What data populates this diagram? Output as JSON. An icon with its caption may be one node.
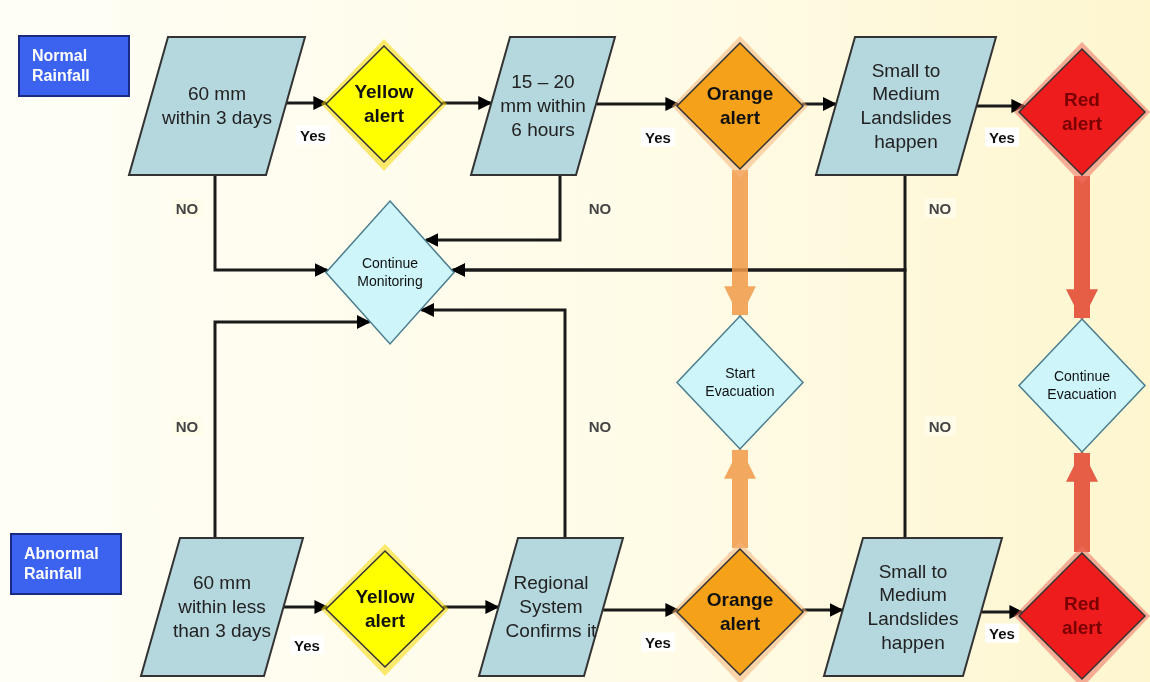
{
  "diagram": {
    "nodes": [
      {
        "text": [
          "Normal Rainfall"
        ]
      },
      {
        "text": [
          "60 mm within 3 days"
        ]
      },
      {
        "text": [
          "Yellow alert"
        ]
      },
      {
        "text": [
          "15 – 20 mm within 6 hours"
        ]
      },
      {
        "text": [
          "Orange alert"
        ]
      },
      {
        "text": [
          "Small to Medium Landslides happen"
        ]
      },
      {
        "text": [
          "Red alert"
        ]
      },
      {
        "text": [
          "Continue Monitoring"
        ]
      },
      {
        "text": [
          "Start Evacuation"
        ]
      },
      {
        "text": [
          "Continue Evacuation"
        ]
      },
      {
        "text": [
          "Abnormal Rainfall"
        ]
      },
      {
        "text": [
          "60 mm within less than 3 days"
        ]
      },
      {
        "text": [
          "Yellow alert"
        ]
      },
      {
        "text": [
          "Regional System Confirms it"
        ]
      },
      {
        "text": [
          "Orange alert"
        ]
      },
      {
        "text": [
          "Small to Medium Landslides happen"
        ]
      },
      {
        "text": [
          "Red alert"
        ]
      }
    ],
    "edges": [
      {
        "from": 1,
        "to": 2,
        "arrow": "to",
        "label": "Yes"
      },
      {
        "from": 2,
        "to": 3,
        "arrow": "to"
      },
      {
        "from": 3,
        "to": 4,
        "arrow": "to",
        "label": "Yes"
      },
      {
        "from": 4,
        "to": 5,
        "arrow": "to"
      },
      {
        "from": 5,
        "to": 6,
        "arrow": "to",
        "label": "Yes"
      },
      {
        "from": 1,
        "to": 7,
        "arrow": "to",
        "label": "NO"
      },
      {
        "from": 3,
        "to": 7,
        "arrow": "to",
        "label": "NO"
      },
      {
        "from": 5,
        "to": 7,
        "arrow": "to",
        "label": "NO"
      },
      {
        "from": 11,
        "to": 7,
        "arrow": "to",
        "label": "NO"
      },
      {
        "from": 13,
        "to": 7,
        "arrow": "to",
        "label": "NO"
      },
      {
        "from": 15,
        "to": 7,
        "arrow": "to",
        "label": "NO"
      },
      {
        "from": 4,
        "to": 8,
        "arrow": "to",
        "style": "thick",
        "color": "#f29a4a"
      },
      {
        "from": 6,
        "to": 9,
        "arrow": "to",
        "style": "thick",
        "color": "#e2442e"
      },
      {
        "from": 14,
        "to": 8,
        "arrow": "to",
        "style": "thick",
        "color": "#f29a4a"
      },
      {
        "from": 16,
        "to": 9,
        "arrow": "to",
        "style": "thick",
        "color": "#e2442e"
      },
      {
        "from": 11,
        "to": 12,
        "arrow": "to",
        "label": "Yes"
      },
      {
        "from": 12,
        "to": 13,
        "arrow": "to"
      },
      {
        "from": 13,
        "to": 14,
        "arrow": "to",
        "label": "Yes"
      },
      {
        "from": 14,
        "to": 15,
        "arrow": "to"
      },
      {
        "from": 15,
        "to": 16,
        "arrow": "to",
        "label": "Yes"
      }
    ]
  }
}
